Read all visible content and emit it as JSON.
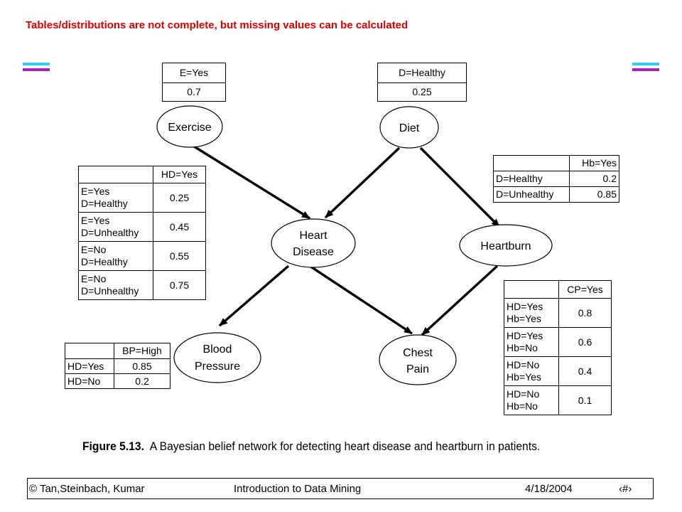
{
  "slide": {
    "title": "Tables/distributions are not complete, but  missing values can be calculated"
  },
  "colors": {
    "title": "#e00000",
    "deco_top": "#33ccff",
    "deco_bottom": "#aa22bb"
  },
  "nodes": {
    "exercise": "Exercise",
    "diet": "Diet",
    "heart_disease": [
      "Heart",
      "Disease"
    ],
    "heartburn": "Heartburn",
    "blood_pressure": [
      "Blood",
      "Pressure"
    ],
    "chest_pain": [
      "Chest",
      "Pain"
    ]
  },
  "tables": {
    "exercise": {
      "header": "E=Yes",
      "value": "0.7"
    },
    "diet": {
      "header": "D=Healthy",
      "value": "0.25"
    },
    "heart_disease": {
      "header": "HD=Yes",
      "rows": [
        {
          "cond": "E=Yes\nD=Healthy",
          "value": "0.25"
        },
        {
          "cond": "E=Yes\nD=Unhealthy",
          "value": "0.45"
        },
        {
          "cond": "E=No\nD=Healthy",
          "value": "0.55"
        },
        {
          "cond": "E=No\nD=Unhealthy",
          "value": "0.75"
        }
      ]
    },
    "heartburn": {
      "header": "Hb=Yes",
      "rows": [
        {
          "cond": "D=Healthy",
          "value": "0.2"
        },
        {
          "cond": "D=Unhealthy",
          "value": "0.85"
        }
      ]
    },
    "blood_pressure": {
      "header": "BP=High",
      "rows": [
        {
          "cond": "HD=Yes",
          "value": "0.85"
        },
        {
          "cond": "HD=No",
          "value": "0.2"
        }
      ]
    },
    "chest_pain": {
      "header": "CP=Yes",
      "rows": [
        {
          "cond": "HD=Yes\nHb=Yes",
          "value": "0.8"
        },
        {
          "cond": "HD=Yes\nHb=No",
          "value": "0.6"
        },
        {
          "cond": "HD=No\nHb=Yes",
          "value": "0.4"
        },
        {
          "cond": "HD=No\nHb=No",
          "value": "0.1"
        }
      ]
    }
  },
  "caption": {
    "label": "Figure 5.13.",
    "text": "A Bayesian belief network for detecting heart disease and heartburn in patients."
  },
  "footer": {
    "copyright": "© Tan,Steinbach, Kumar",
    "course": "Introduction to Data Mining",
    "date": "4/18/2004",
    "page": "‹#›"
  }
}
